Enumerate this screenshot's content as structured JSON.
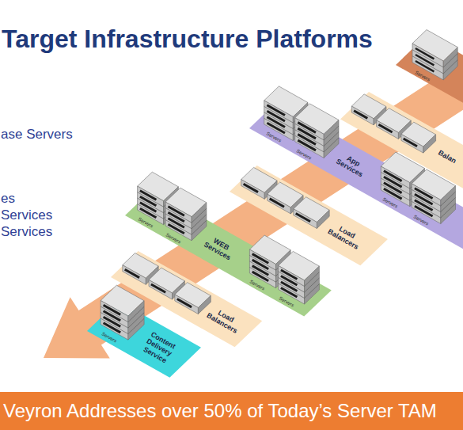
{
  "diagram": {
    "title": "Target Infrastructure Platforms",
    "caption": "Veyron Addresses over 50% of Today’s Server TAM",
    "nodes": [
      {
        "text": [
          "Balan"
        ]
      },
      {
        "text": [
          "App Services"
        ]
      },
      {
        "text": [
          "Load Balancers"
        ]
      },
      {
        "text": [
          "WEB Services"
        ]
      },
      {
        "text": [
          "Load Balancers"
        ]
      },
      {
        "text": [
          "Content Delivery Service"
        ]
      }
    ],
    "labels": [
      "ase Servers",
      "es",
      "Services",
      "Services",
      "Servers",
      "Servers",
      "Servers",
      "Servers",
      "Servers",
      "Servers",
      "Servers",
      "Servers",
      "Servers",
      "Servers"
    ]
  }
}
